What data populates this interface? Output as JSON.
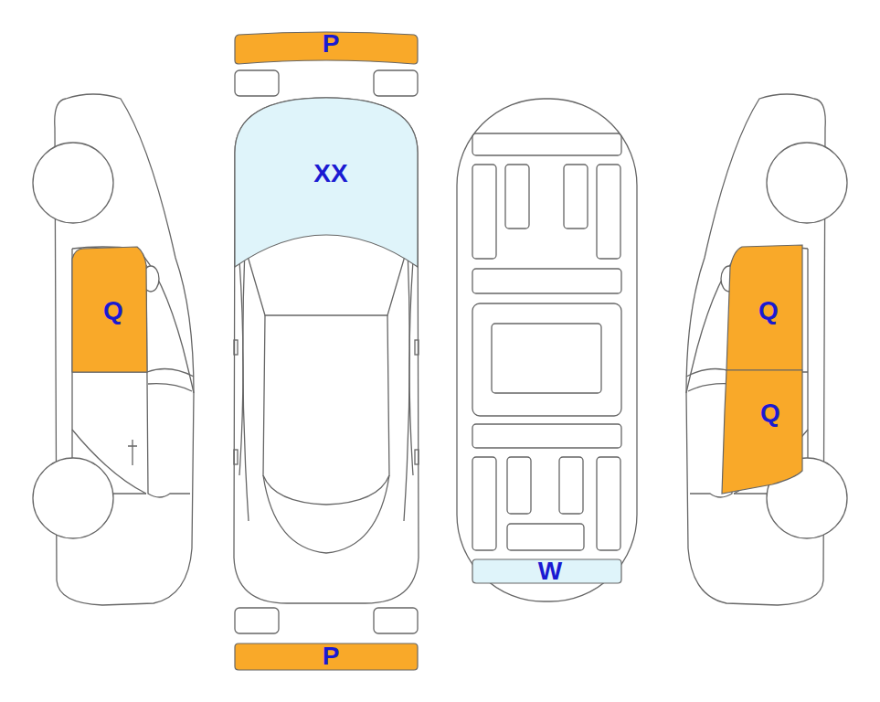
{
  "diagram": {
    "nodes": [
      {
        "text": [
          "P"
        ]
      },
      {
        "text": [
          "XX"
        ]
      },
      {
        "text": [
          "Q"
        ]
      },
      {
        "text": [
          "Q"
        ]
      },
      {
        "text": [
          "Q"
        ]
      },
      {
        "text": [
          "W"
        ]
      },
      {
        "text": [
          "P"
        ]
      }
    ]
  }
}
